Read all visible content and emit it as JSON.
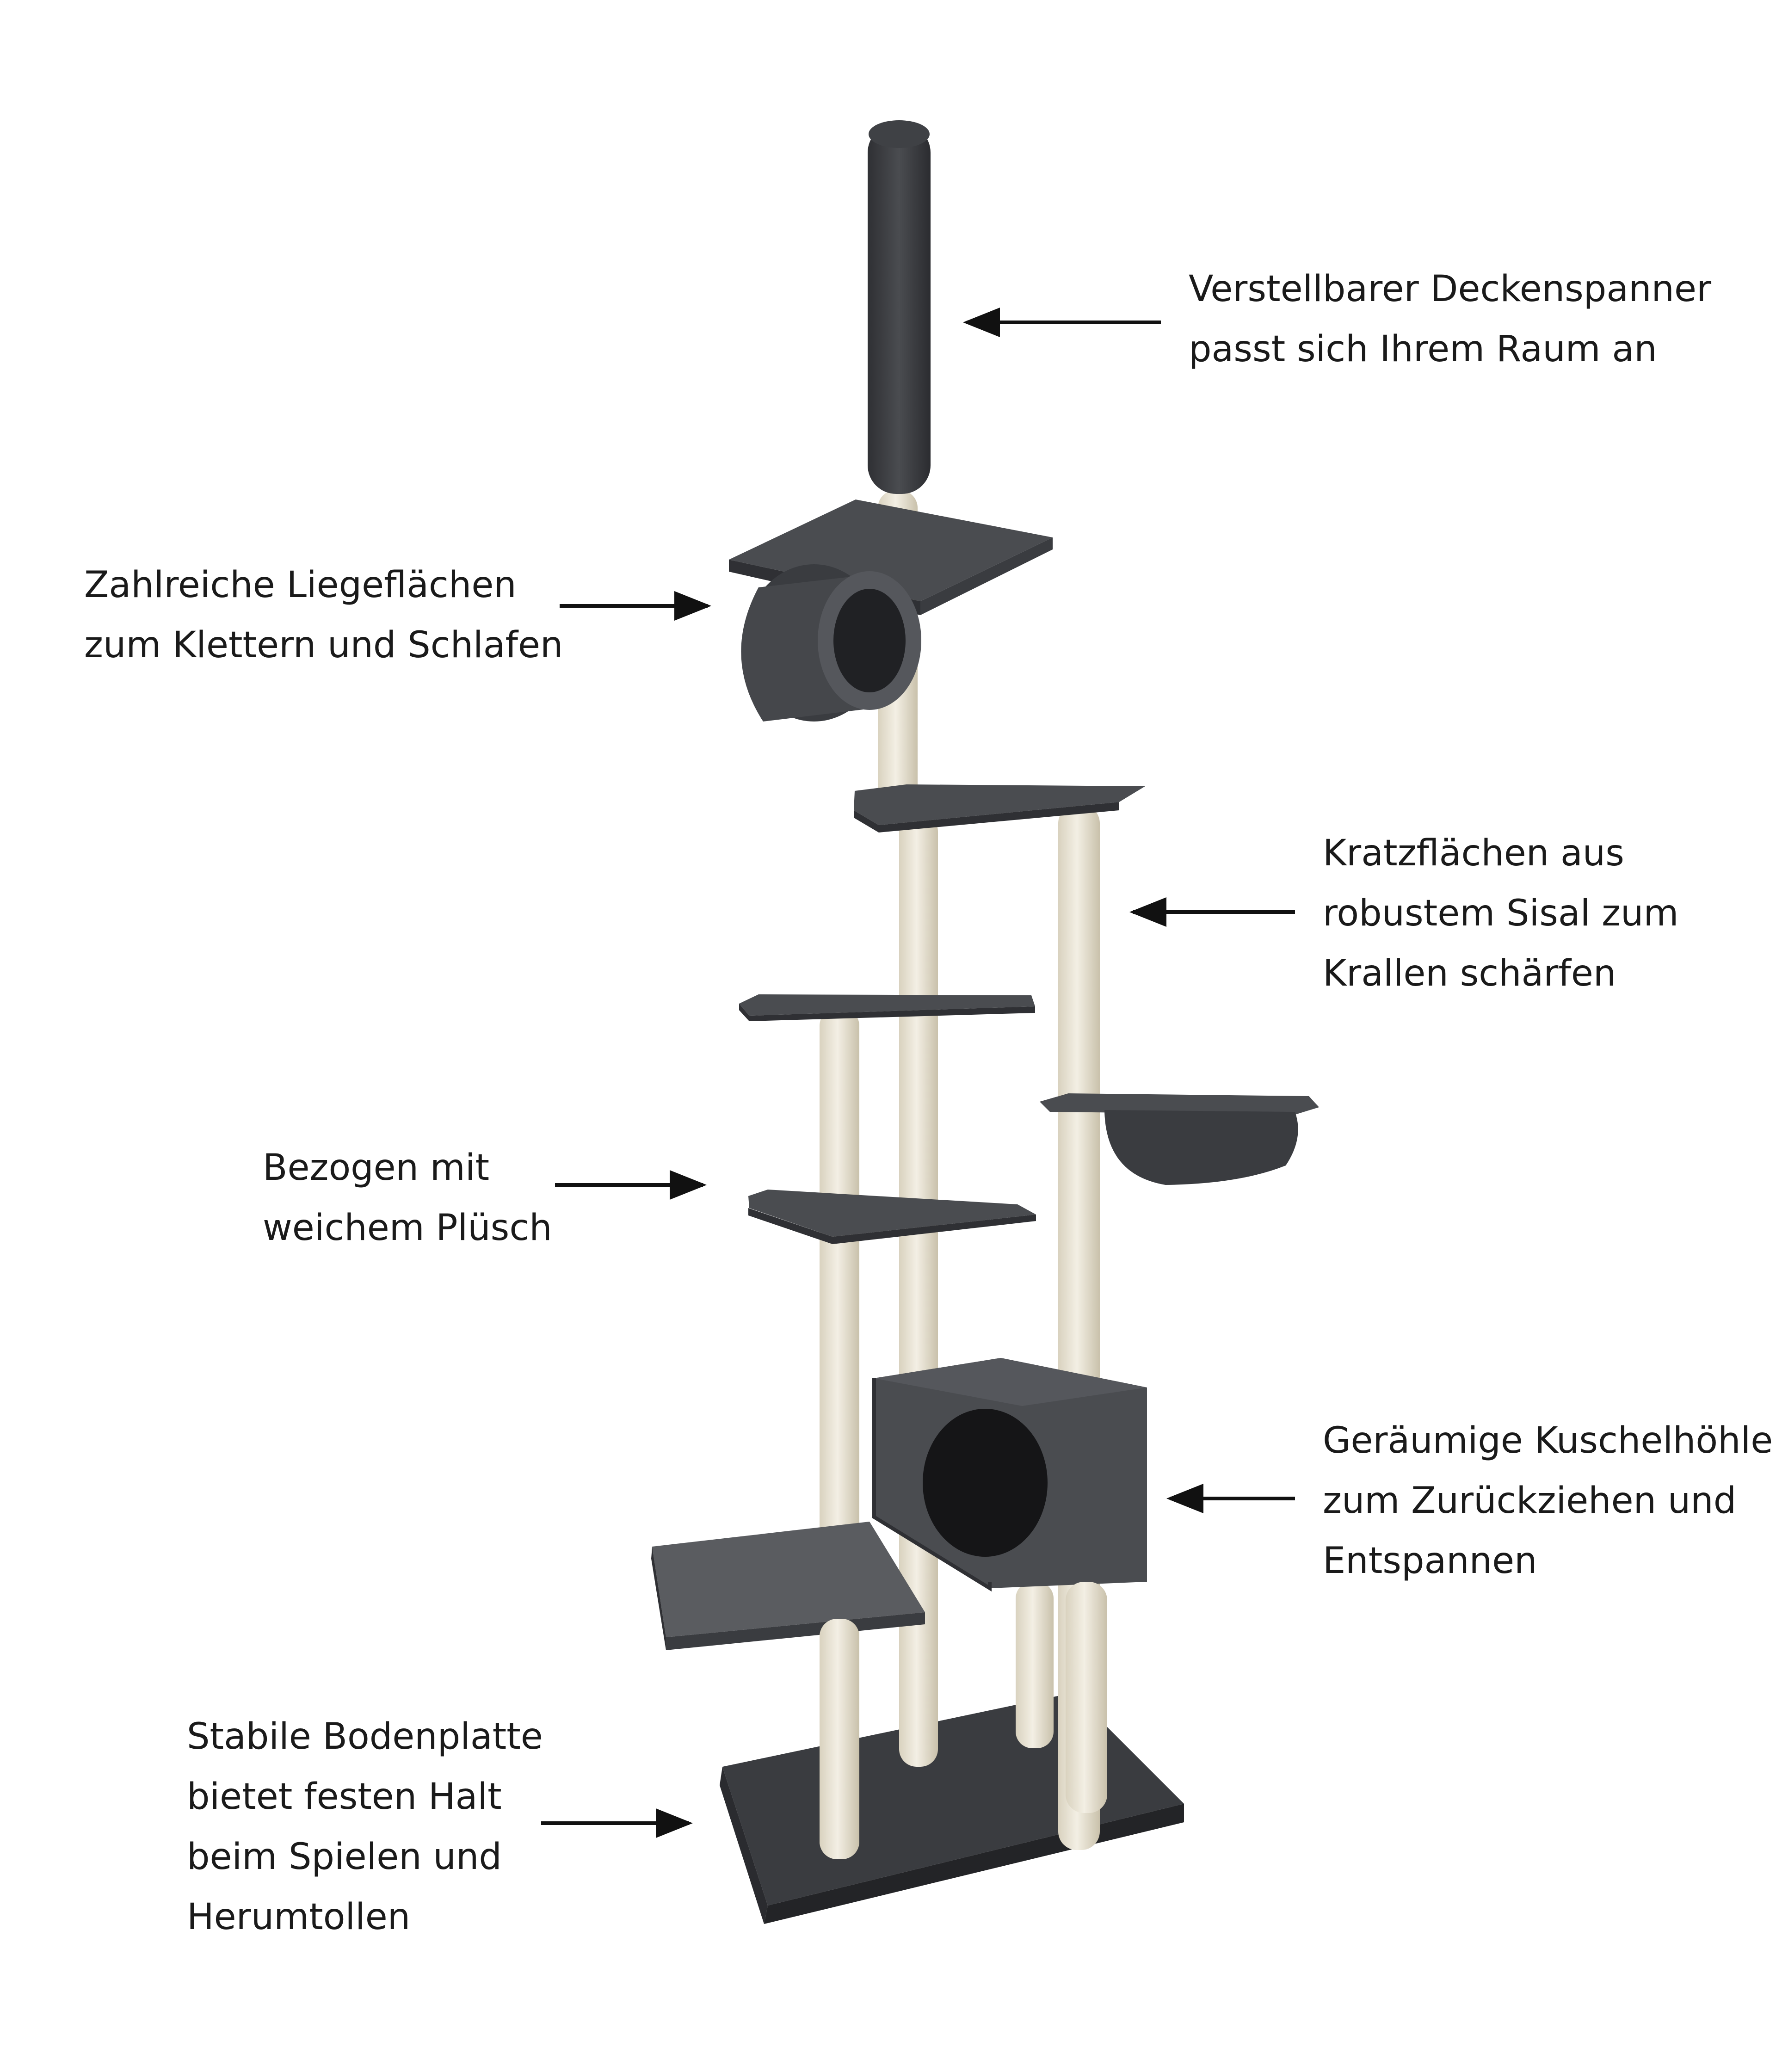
{
  "colors": {
    "background": "#ffffff",
    "plush": "#4a4c50",
    "plush_dark": "#2f3034",
    "plush_light": "#6a6d72",
    "sisal": "#ece7d8",
    "sisal_shade": "#cfc8b4",
    "text": "#1a1a1a",
    "arrow": "#111111"
  },
  "annotations": [
    {
      "id": "ceiling",
      "lines": [
        "Verstellbarer Deckenspanner",
        "passt sich Ihrem Raum an"
      ],
      "arrow_direction": "left"
    },
    {
      "id": "lying",
      "lines": [
        "Zahlreiche Liegeflächen",
        "zum Klettern und Schlafen"
      ],
      "arrow_direction": "right"
    },
    {
      "id": "sisal",
      "lines": [
        "Kratzflächen aus",
        "robustem Sisal zum",
        "Krallen schärfen"
      ],
      "arrow_direction": "left"
    },
    {
      "id": "plush",
      "lines": [
        "Bezogen mit",
        "weichem Plüsch"
      ],
      "arrow_direction": "right"
    },
    {
      "id": "cave",
      "lines": [
        "Geräumige Kuschelhöhle",
        "zum Zurückziehen und",
        "Entspannen"
      ],
      "arrow_direction": "left"
    },
    {
      "id": "base",
      "lines": [
        "Stabile Bodenplatte",
        "bietet festen Halt",
        "beim Spielen und",
        "Herumtollen"
      ],
      "arrow_direction": "right"
    }
  ]
}
